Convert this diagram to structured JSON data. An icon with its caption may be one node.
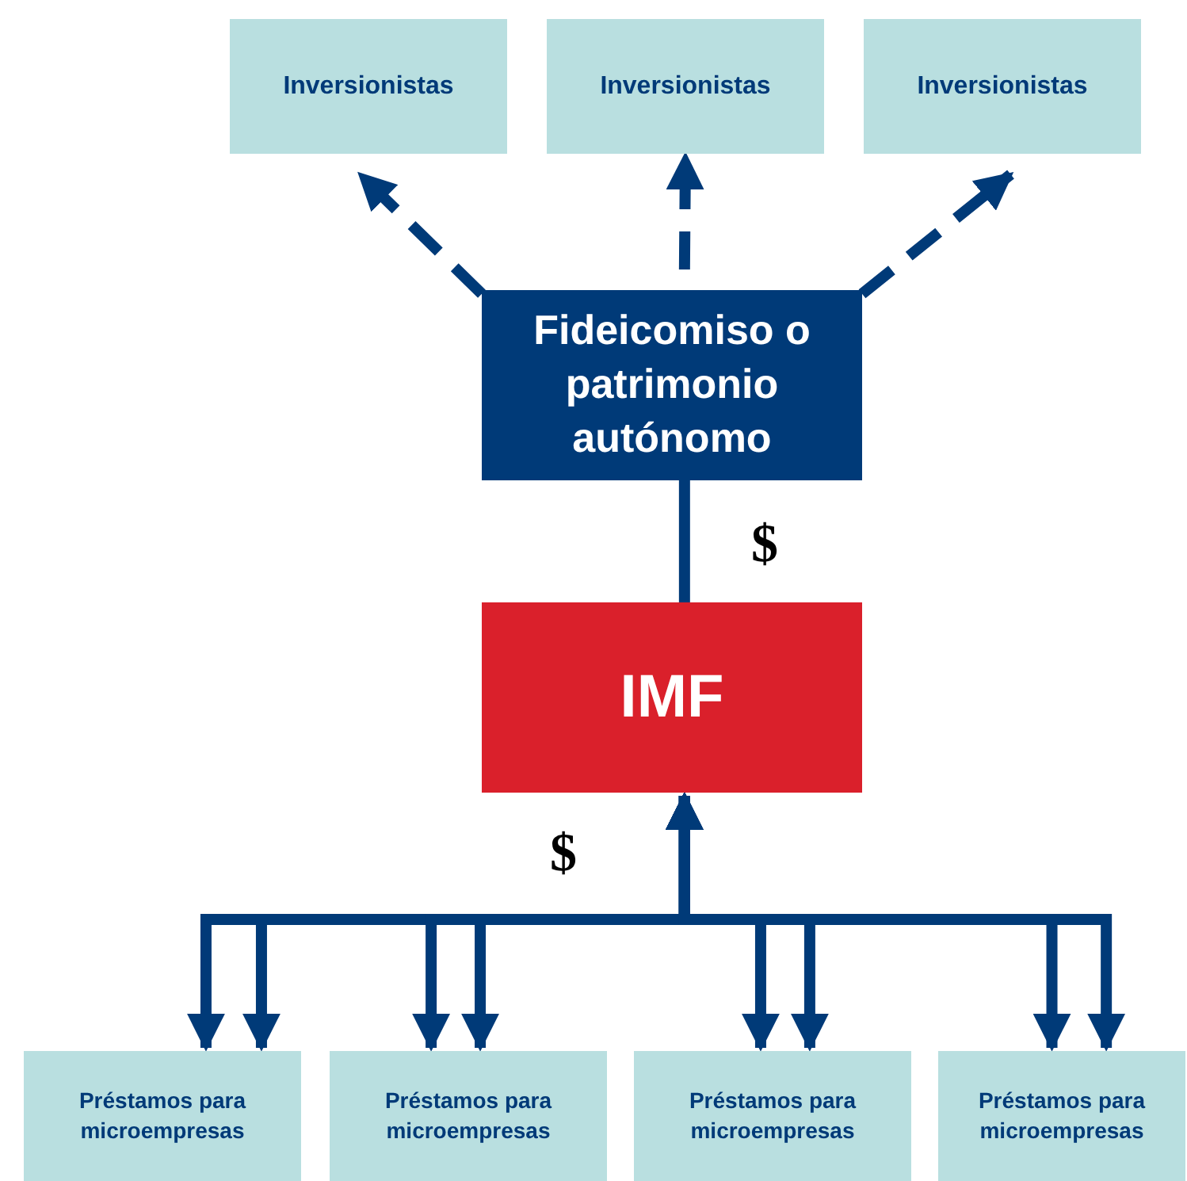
{
  "diagram": {
    "nodes": [
      {
        "text": [
          "Inversionistas"
        ]
      },
      {
        "text": [
          "Inversionistas"
        ]
      },
      {
        "text": [
          "Inversionistas"
        ]
      },
      {
        "text": [
          "Fideicomiso o patrimonio autónomo"
        ]
      },
      {
        "text": [
          "IMF"
        ]
      },
      {
        "text": [
          "Préstamos para microempresas"
        ]
      },
      {
        "text": [
          "Préstamos para microempresas"
        ]
      },
      {
        "text": [
          "Préstamos para microempresas"
        ]
      },
      {
        "text": [
          "Préstamos para microempresas"
        ]
      }
    ],
    "edges": [
      {
        "from": 3,
        "to": 0,
        "arrow": "to",
        "style": "dashed"
      },
      {
        "from": 3,
        "to": 1,
        "arrow": "to",
        "style": "dashed"
      },
      {
        "from": 3,
        "to": 2,
        "arrow": "to",
        "style": "dashed"
      },
      {
        "from": 3,
        "to": 4,
        "arrow": "none"
      },
      {
        "from": 4,
        "to": 5,
        "arrow": "both"
      },
      {
        "from": 4,
        "to": 5,
        "arrow": "both"
      },
      {
        "from": 4,
        "to": 6,
        "arrow": "both"
      },
      {
        "from": 4,
        "to": 6,
        "arrow": "both"
      },
      {
        "from": 4,
        "to": 7,
        "arrow": "both"
      },
      {
        "from": 4,
        "to": 7,
        "arrow": "both"
      },
      {
        "from": 4,
        "to": 8,
        "arrow": "both"
      },
      {
        "from": 4,
        "to": 8,
        "arrow": "both"
      }
    ],
    "labels": [
      "$",
      "$"
    ]
  }
}
